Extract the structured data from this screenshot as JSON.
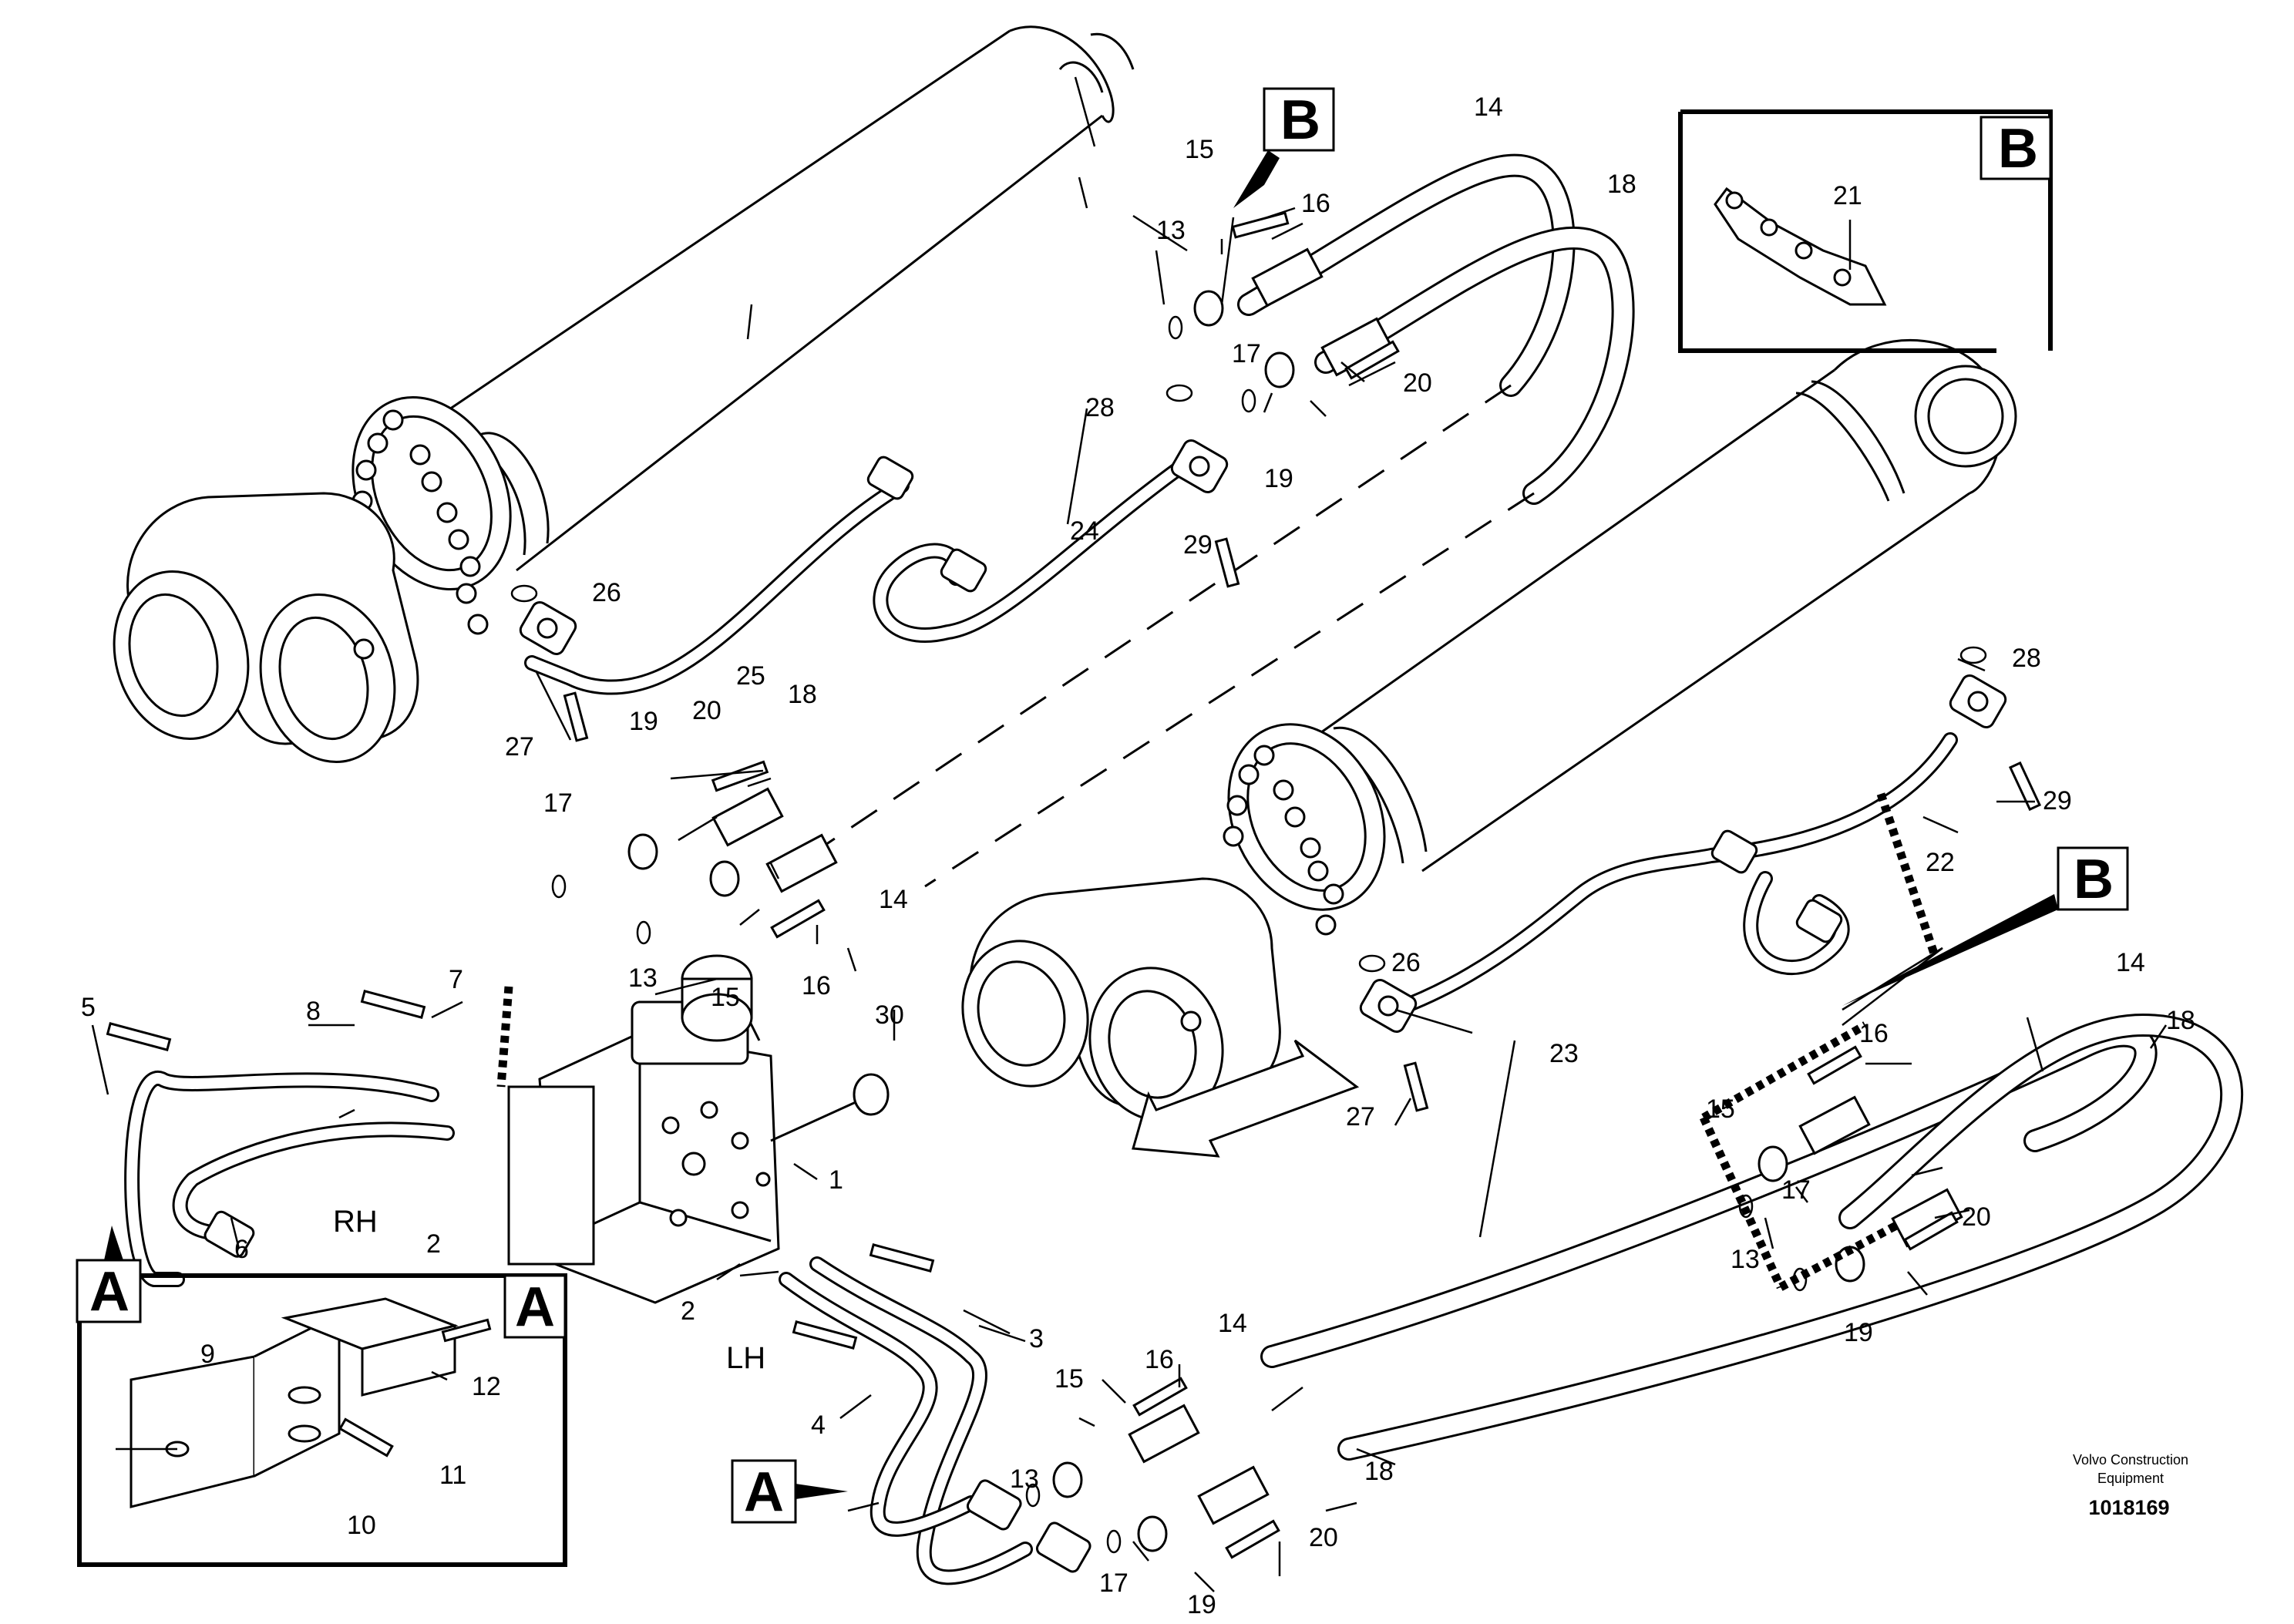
{
  "callouts": {
    "c1": "1",
    "c2a": "2",
    "c2b": "2",
    "c3": "3",
    "c4": "4",
    "c5": "5",
    "c6": "6",
    "c7": "7",
    "c8": "8",
    "c9": "9",
    "c10": "10",
    "c11": "11",
    "c12": "12",
    "c13a": "13",
    "c13b": "13",
    "c13c": "13",
    "c13d": "13",
    "c14a": "14",
    "c14b": "14",
    "c14c": "14",
    "c14d": "14",
    "c15a": "15",
    "c15b": "15",
    "c15c": "15",
    "c15d": "15",
    "c16a": "16",
    "c16b": "16",
    "c16c": "16",
    "c16d": "16",
    "c17a": "17",
    "c17b": "17",
    "c17c": "17",
    "c17d": "17",
    "c18a": "18",
    "c18b": "18",
    "c18c": "18",
    "c18d": "18",
    "c19a": "19",
    "c19b": "19",
    "c19c": "19",
    "c19d": "19",
    "c20a": "20",
    "c20b": "20",
    "c20c": "20",
    "c20d": "20",
    "c21": "21",
    "c22": "22",
    "c23": "23",
    "c24": "24",
    "c25": "25",
    "c26a": "26",
    "c26b": "26",
    "c27a": "27",
    "c27b": "27",
    "c28a": "28",
    "c28b": "28",
    "c29a": "29",
    "c29b": "29",
    "c30": "30"
  },
  "detail_letters": {
    "b_top": "B",
    "b_detail": "B",
    "b_right": "B",
    "a_left": "A",
    "a_detail": "A",
    "a_bottom": "A"
  },
  "side_labels": {
    "rh": "RH",
    "lh": "LH"
  },
  "footer": {
    "company_line1": "Volvo Construction",
    "company_line2": "Equipment",
    "drawing_number": "1018169"
  }
}
